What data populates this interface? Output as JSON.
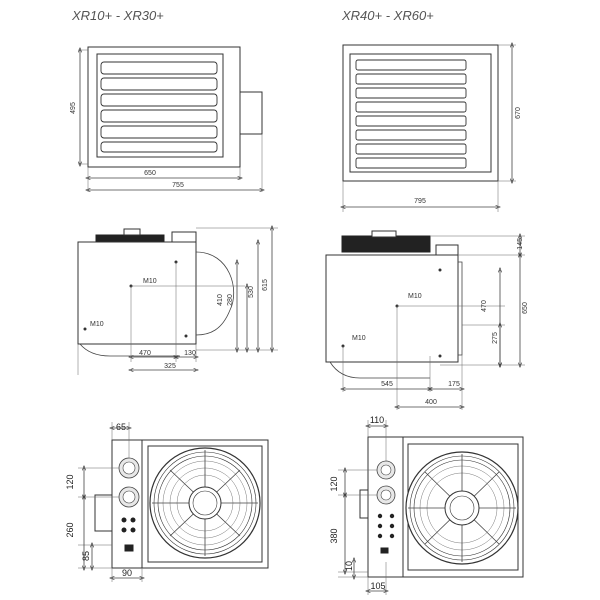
{
  "titles": {
    "left": "XR10+ - XR30+",
    "right": "XR40+ - XR60+"
  },
  "dims": {
    "xr10_front": {
      "height": "495",
      "inner_width": "650",
      "outer_width": "755"
    },
    "xr40_front": {
      "height": "670",
      "width": "795"
    },
    "xr10_side": {
      "total_height": "615",
      "height": "530",
      "mount_410": "410",
      "mount_280": "280",
      "bottom_470": "470",
      "bottom_130": "130",
      "bottom_325": "325",
      "label_m10_top": "M10",
      "label_m10_bottom": "M10"
    },
    "xr40_side": {
      "top": "145",
      "height": "650",
      "mount_470": "470",
      "mount_275": "275",
      "bottom_545": "545",
      "bottom_175": "175",
      "bottom_400": "400",
      "label_m10_top": "M10",
      "label_m10_bottom": "M10"
    },
    "xr10_rear": {
      "top": "65",
      "left_120": "120",
      "left_260": "260",
      "left_85": "85",
      "bottom_90": "90"
    },
    "xr40_rear": {
      "top": "110",
      "left_120": "120",
      "left_380": "380",
      "left_10": "10",
      "bottom_105": "105"
    }
  }
}
